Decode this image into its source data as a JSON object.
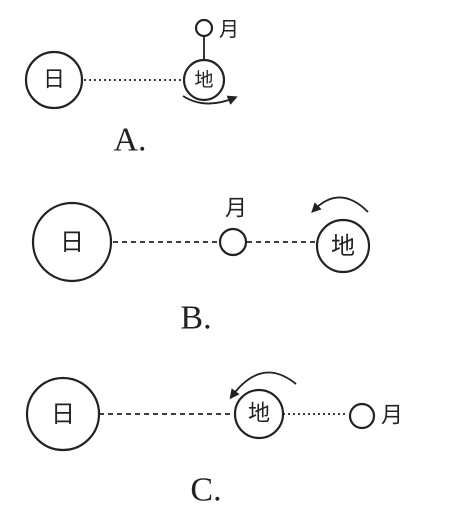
{
  "labels": {
    "sun": "日",
    "earth": "地",
    "moon": "月"
  },
  "options": [
    {
      "label": "A.",
      "moon_position": "above-earth",
      "rotation": "counterclockwise"
    },
    {
      "label": "B.",
      "moon_position": "between-sun-and-earth",
      "rotation": "counterclockwise"
    },
    {
      "label": "C.",
      "moon_position": "beyond-earth",
      "rotation": "counterclockwise"
    }
  ],
  "colors": {
    "ink": "#222222",
    "background": "#ffffff"
  }
}
